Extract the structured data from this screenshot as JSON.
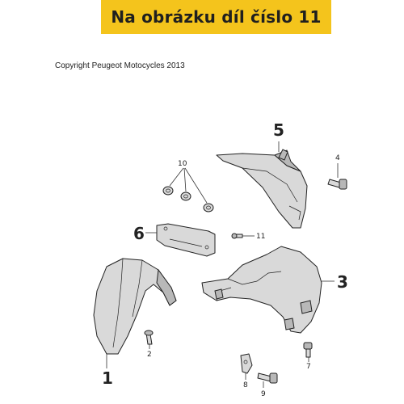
{
  "banner": {
    "text": "Na obrázku díl číslo 11",
    "color": "#f4c41c"
  },
  "copyright": "Copyright Peugeot Motocycles 2013",
  "callouts": {
    "c1": "1",
    "c2": "2",
    "c3": "3",
    "c4": "4",
    "c5": "5",
    "c6": "6",
    "c7": "7",
    "c8": "8",
    "c9": "9",
    "c10": "10",
    "c11": "11"
  }
}
